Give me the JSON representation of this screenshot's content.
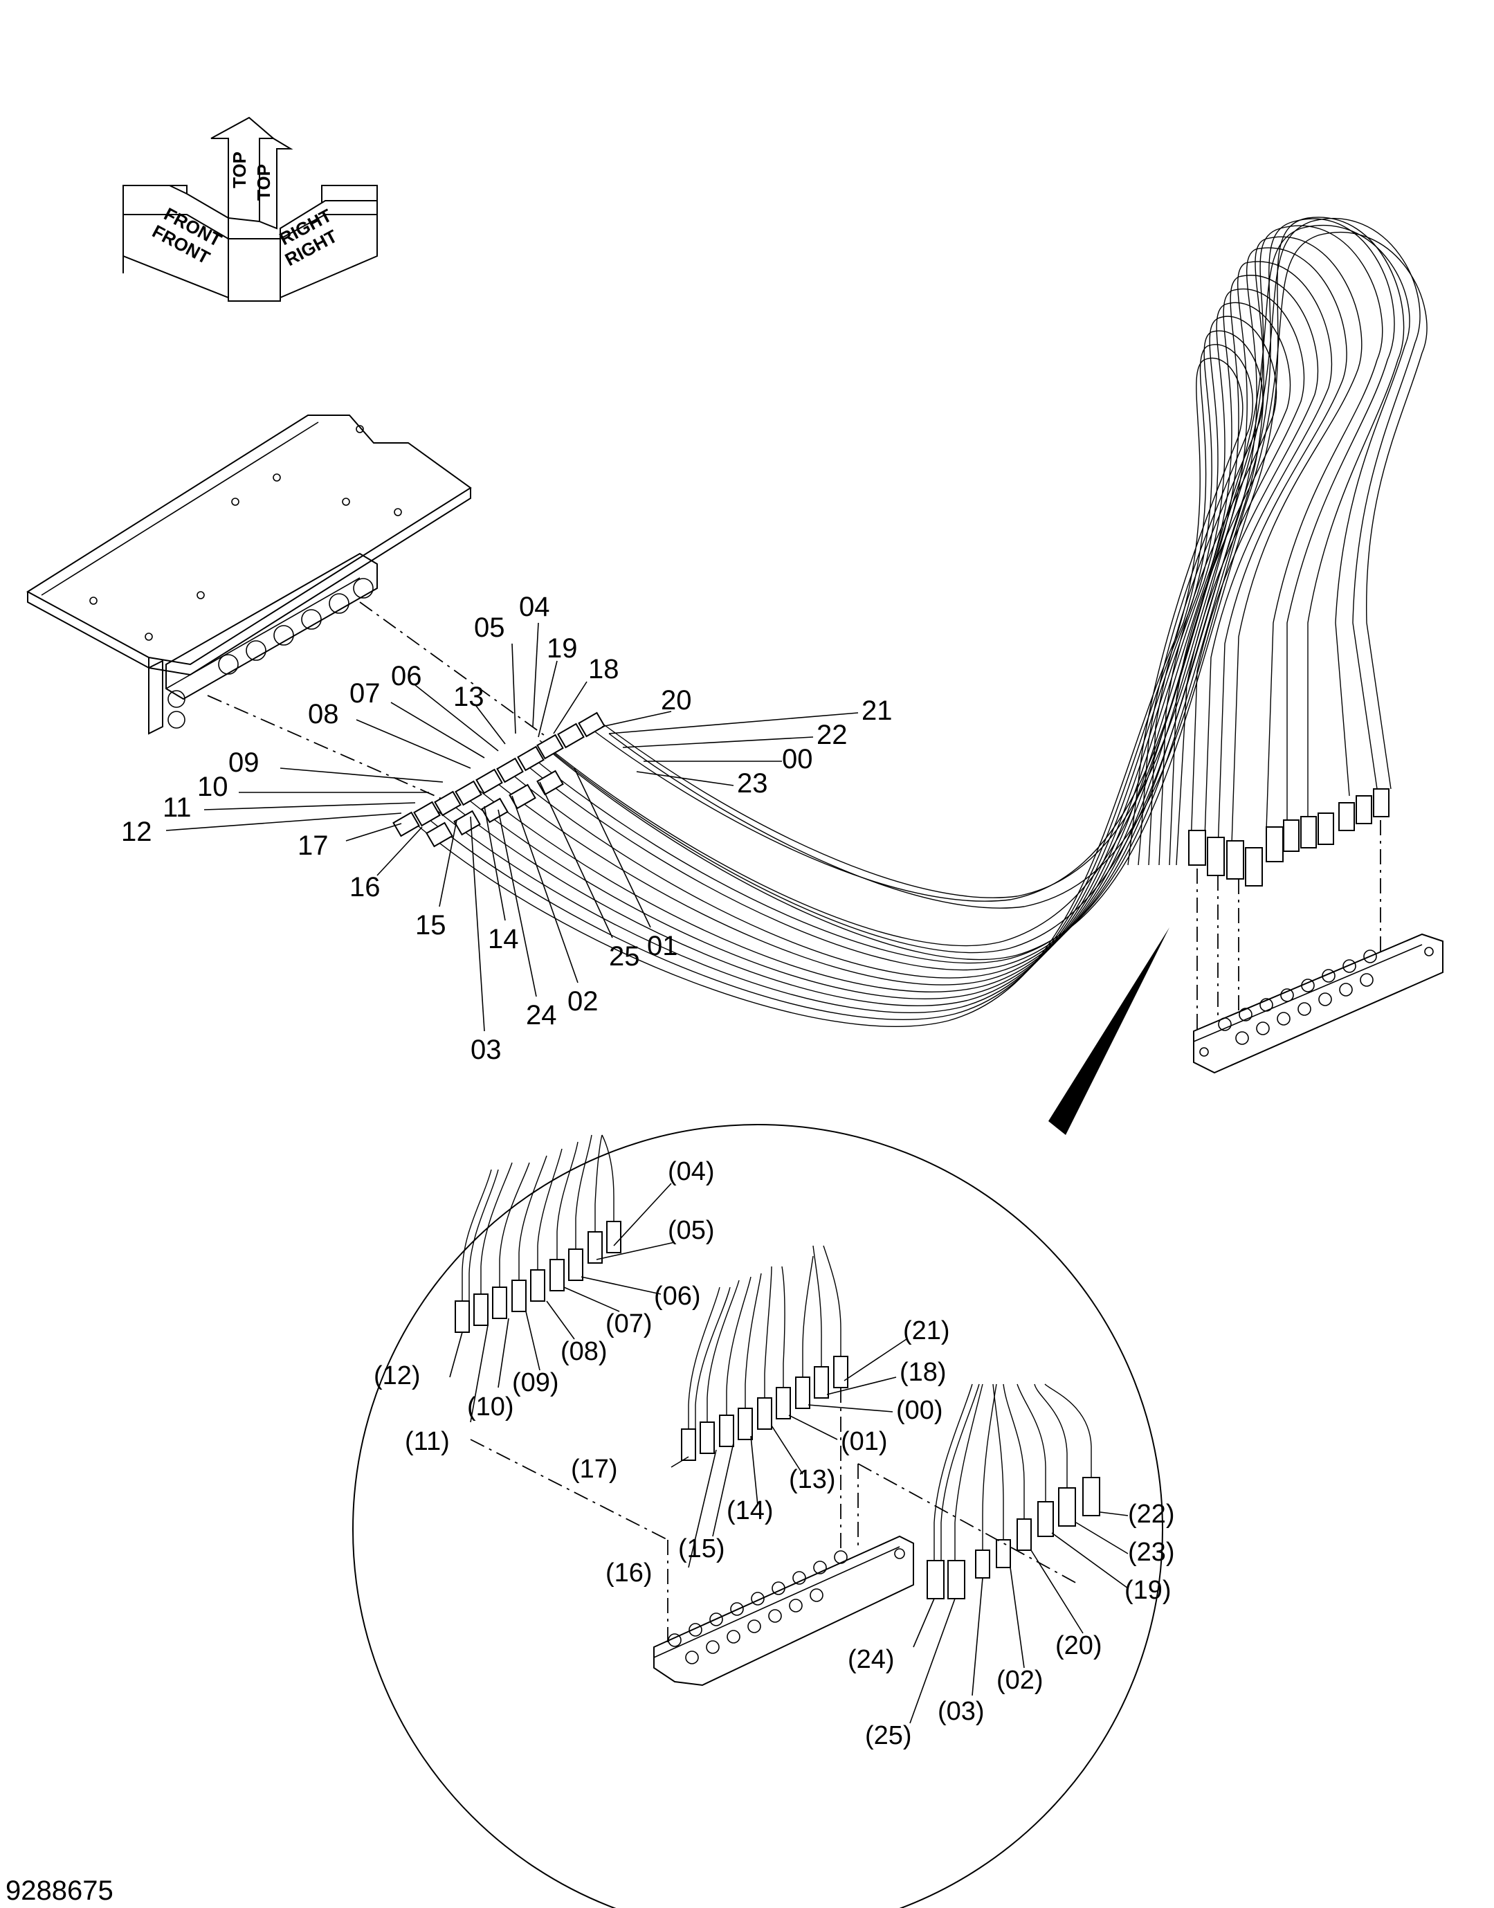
{
  "figure": {
    "doc_id": "9288675",
    "orientation": {
      "front_labels": [
        "FRONT",
        "FRONT"
      ],
      "top_labels": [
        "TOP",
        "TOP"
      ],
      "right_labels": [
        "RIGHT",
        "RIGHT"
      ]
    },
    "main_labels": [
      "04",
      "05",
      "19",
      "18",
      "06",
      "07",
      "13",
      "20",
      "21",
      "22",
      "00",
      "23",
      "08",
      "09",
      "10",
      "11",
      "12",
      "17",
      "16",
      "15",
      "14",
      "24",
      "03",
      "02",
      "25",
      "01"
    ],
    "detail_labels": [
      "(04)",
      "(05)",
      "(06)",
      "(07)",
      "(08)",
      "(09)",
      "(10)",
      "(11)",
      "(12)",
      "(21)",
      "(18)",
      "(00)",
      "(01)",
      "(13)",
      "(14)",
      "(15)",
      "(16)",
      "(17)",
      "(22)",
      "(23)",
      "(19)",
      "(20)",
      "(02)",
      "(03)",
      "(25)",
      "(24)"
    ]
  }
}
